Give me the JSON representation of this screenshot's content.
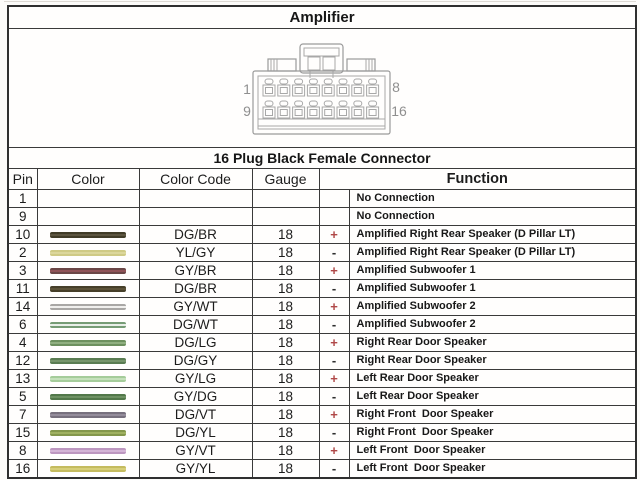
{
  "title": "Amplifier",
  "connector": {
    "caption": "16 Plug Black Female Connector",
    "pin_top_left": "1",
    "pin_top_right": "8",
    "pin_bottom_left": "9",
    "pin_bottom_right": "16"
  },
  "table": {
    "headers": {
      "pin": "Pin",
      "color": "Color",
      "color_code": "Color Code",
      "gauge": "Gauge",
      "function": "Function"
    },
    "rows": [
      {
        "pin": "1",
        "swatch": null,
        "color_code": "",
        "gauge": "",
        "sign": "",
        "function": "No Connection"
      },
      {
        "pin": "9",
        "swatch": null,
        "color_code": "",
        "gauge": "",
        "sign": "",
        "function": "No Connection"
      },
      {
        "pin": "10",
        "swatch": [
          "#413c28",
          "#5c5540"
        ],
        "color_code": "DG/BR",
        "gauge": "18",
        "sign": "+",
        "function": "Amplified Right Rear Speaker (D Pillar LT)"
      },
      {
        "pin": "2",
        "swatch": [
          "#cfca85",
          "#dcd79c"
        ],
        "color_code": "YL/GY",
        "gauge": "18",
        "sign": "-",
        "function": "Amplified Right Rear Speaker (D Pillar LT)"
      },
      {
        "pin": "3",
        "swatch": [
          "#6b4747",
          "#8f5358"
        ],
        "color_code": "GY/BR",
        "gauge": "18",
        "sign": "+",
        "function": "Amplified Subwoofer 1"
      },
      {
        "pin": "11",
        "swatch": [
          "#463f29",
          "#5c5238"
        ],
        "color_code": "DG/BR",
        "gauge": "18",
        "sign": "-",
        "function": "Amplified Subwoofer 1"
      },
      {
        "pin": "14",
        "swatch": [
          "#a9a7a5",
          "#f0efed"
        ],
        "color_code": "GY/WT",
        "gauge": "18",
        "sign": "+",
        "function": "Amplified Subwoofer 2"
      },
      {
        "pin": "6",
        "swatch": [
          "#769c76",
          "#e9efe9"
        ],
        "color_code": "DG/WT",
        "gauge": "18",
        "sign": "-",
        "function": "Amplified Subwoofer 2"
      },
      {
        "pin": "4",
        "swatch": [
          "#6d905e",
          "#90af80"
        ],
        "color_code": "DG/LG",
        "gauge": "18",
        "sign": "+",
        "function": "Right Rear Door Speaker"
      },
      {
        "pin": "12",
        "swatch": [
          "#5a7c52",
          "#76956b"
        ],
        "color_code": "DG/GY",
        "gauge": "18",
        "sign": "-",
        "function": "Right Rear Door Speaker"
      },
      {
        "pin": "13",
        "swatch": [
          "#a5cc9a",
          "#c5e1bb"
        ],
        "color_code": "GY/LG",
        "gauge": "18",
        "sign": "+",
        "function": "Left Rear Door Speaker"
      },
      {
        "pin": "5",
        "swatch": [
          "#527849",
          "#6e9162"
        ],
        "color_code": "GY/DG",
        "gauge": "18",
        "sign": "-",
        "function": "Left Rear Door Speaker"
      },
      {
        "pin": "7",
        "swatch": [
          "#77707e",
          "#948c9b"
        ],
        "color_code": "DG/VT",
        "gauge": "18",
        "sign": "+",
        "function": "Right Front  Door Speaker"
      },
      {
        "pin": "15",
        "swatch": [
          "#84974b",
          "#a0b161"
        ],
        "color_code": "DG/YL",
        "gauge": "18",
        "sign": "-",
        "function": "Right Front  Door Speaker"
      },
      {
        "pin": "8",
        "swatch": [
          "#bd97c0",
          "#d4b4d6"
        ],
        "color_code": "GY/VT",
        "gauge": "18",
        "sign": "+",
        "function": "Left Front  Door Speaker"
      },
      {
        "pin": "16",
        "swatch": [
          "#c4bb5e",
          "#d7cf79"
        ],
        "color_code": "GY/YL",
        "gauge": "18",
        "sign": "-",
        "function": "Left Front  Door Speaker"
      }
    ]
  },
  "colors": {
    "plus_sign": "#b04848",
    "minus_sign": "#2e2e2e",
    "line_art": "#9a9a9a",
    "pin_label": "#8f8f8f",
    "grid_line": "#3a3a3a"
  }
}
